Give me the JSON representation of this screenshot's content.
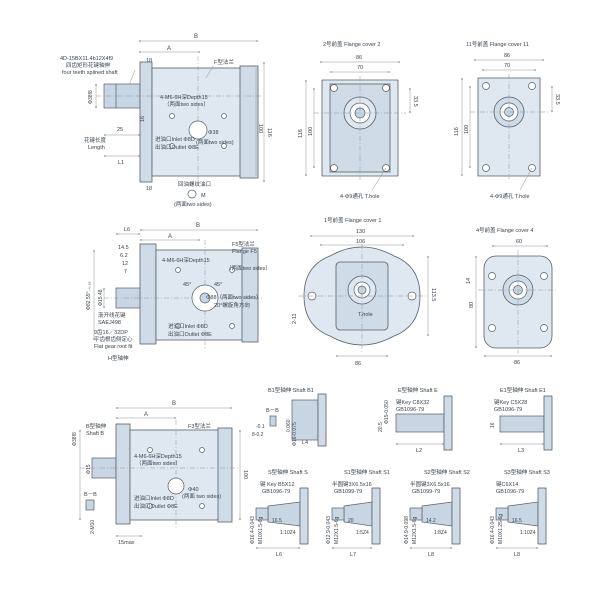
{
  "pump_pin": {
    "spline_note_1": "4D-15BX11.4b12X4f9",
    "spline_note_2": "四齿矩形花键轴伸",
    "spline_note_3": "four teeth splined shaft",
    "dim_b": "B",
    "dim_a": "A",
    "dim_18": "18",
    "dim_25": "25",
    "dim_l1": "L1",
    "dim_16": "16",
    "dim_18b": "18",
    "dim_116": "116",
    "dim_100": "100",
    "dim_phi38": "Φ38f8",
    "f_flange": "F型法兰",
    "thread_1": "4-M6-6H深Depth15",
    "thread_2": "（两面two sides）",
    "inlet_1": "进油口Inlet Φ8D",
    "inlet_2": "出油口Outlet Φ8E",
    "two_sides": "(两面two sides)",
    "phi38": "Φ38",
    "spline_len_1": "花键长度",
    "spline_len_2": "Length",
    "drain_1": "回油螺纹油口",
    "drain_2": "M",
    "drain_3": "(两面two sides)"
  },
  "flange2": {
    "title": "2号前盖 Flange cover 2",
    "dim_86": "86",
    "dim_70": "70",
    "dim_335": "33.5",
    "dim_116": "116",
    "dim_100": "100",
    "hole_note": "4-Φ9通孔  T.hole"
  },
  "flange11": {
    "title": "11号前盖 Flange cover 11",
    "dim_86": "86",
    "dim_70": "70",
    "dim_335": "33.5",
    "dim_116": "116",
    "dim_100": "100",
    "hole_note": "4-Φ9通孔  T.hole"
  },
  "pump_f5": {
    "dim_l6": "L6",
    "dim_145": "14.5",
    "dim_62": "6.2",
    "dim_12": "12",
    "dim_7": "7",
    "dim_a": "A",
    "dim_b": "B",
    "dim_phi82": "Φ82.55⁰₋₀.₀₅",
    "dim_phi1548": "Φ15.48",
    "f5_1": "F5型法兰",
    "f5_2": "Flange F5",
    "thread_1": "4-M6-6H深Depth15",
    "thread_2": "（两面two sides）",
    "angle": "45°",
    "angle2": "45°",
    "phi88": "Φ88（两面two sides）",
    "twenty_deg": "20°螺旋角方向",
    "key_1": "渐开线花键",
    "key_2": "SAEJ498",
    "spline_1": "9齿16／32DP",
    "spline_2": "平齿根齿侧定心",
    "spline_3": "Flat gear root fit",
    "inlet_1": "进油口Inlet Φ8D",
    "inlet_2": "出油口Outlet Φ8E",
    "shaft_name": "H型轴伸"
  },
  "flange1": {
    "title": "1号前盖 Flange cover 1",
    "dim_130": "130",
    "dim_106": "106",
    "dim_2_11": "2-11",
    "dim_1135": "113.5",
    "dim_86": "86",
    "hole_note": "T.hole"
  },
  "flange4": {
    "title": "4号前盖 Flange cover 4",
    "dim_60": "60",
    "dim_14": "14",
    "dim_80": "80",
    "dim_86": "86"
  },
  "pump_f3": {
    "dim_a": "A",
    "dim_b": "B",
    "shaft_b_1": "B型轴伸",
    "shaft_b_2": "Shaft B",
    "dim_phi38": "Φ38f8",
    "dim_15": "Φ15",
    "bb": "B－B",
    "f3": "F3型法兰",
    "thread_1": "4-M6-6H深Depth15",
    "thread_2": "（两面two sides）",
    "phi40": "Φ40",
    "two_sides": "(两面 two sides)",
    "inlet_1": "进油口Inlet Φ8D",
    "inlet_2": "出油口Outlet Φ8E",
    "dim_2m10": "2-M10",
    "dim_15max": "15max",
    "dim_100": "100"
  },
  "shafts": {
    "b1_title": "B1型轴伸  Shaft B1",
    "b1_bb": "B－B",
    "b1_d1": "-0.1",
    "b1_d2": "8-0.2",
    "b1_d3": "0.060",
    "b1_d4": "Φ16-0.075",
    "b1_l4": "L4",
    "e_title": "E型轴伸  Shaft E",
    "e_key": "键Key C8X32",
    "e_gb": "GB1096-79",
    "e_d1": "Φ15-0.050",
    "e_d2": "20.5",
    "e_l2": "L2",
    "e1_title": "E1型轴伸  Shaft E1",
    "e1_key": "键Key C5X28",
    "e1_gb": "GB1096-79",
    "e1_d1": "16",
    "e1_l3": "L3",
    "s_title": "S型轴伸  Shaft S",
    "s_key": "键 Key B5X12",
    "s_gb": "GB1096-79",
    "s_d1": "Φ16.4-0.043",
    "s_d2": "M10X1.5-6g",
    "s_d3": "16.5",
    "s_d4": "1:10Z4",
    "s_l6": "L6",
    "s1_title": "S1型轴伸  Shaft S1",
    "s1_key": "半圆键3X6.5x16",
    "s1_gb": "GB1099-79",
    "s1_d1": "Φ12.9-0.043",
    "s1_d2": "M12X1.5-6g",
    "s1_d3": "20",
    "s1_d4": "1:5Z4",
    "s1_l7": "L7",
    "s2_title": "S2型轴伸  Shaft S2",
    "s2_key": "半圆键3X6.5x16",
    "s2_gb": "GB1099-79",
    "s2_d1": "Φ14.9-0.098",
    "s2_d2": "M12X1.5-6g",
    "s2_d3": "14.2",
    "s2_d4": "1:8Z4",
    "s2_l8": "L8",
    "s3_title": "S3型轴伸  Shaft S3",
    "s3_key": "键C6X14",
    "s3_gb": "GB1096-79",
    "s3_d1": "Φ16.4-0.043",
    "s3_d2": "M10X1.25-6g",
    "s3_d3": "16.5",
    "s3_d4": "1:10Z4",
    "s3_l8": "L8"
  }
}
